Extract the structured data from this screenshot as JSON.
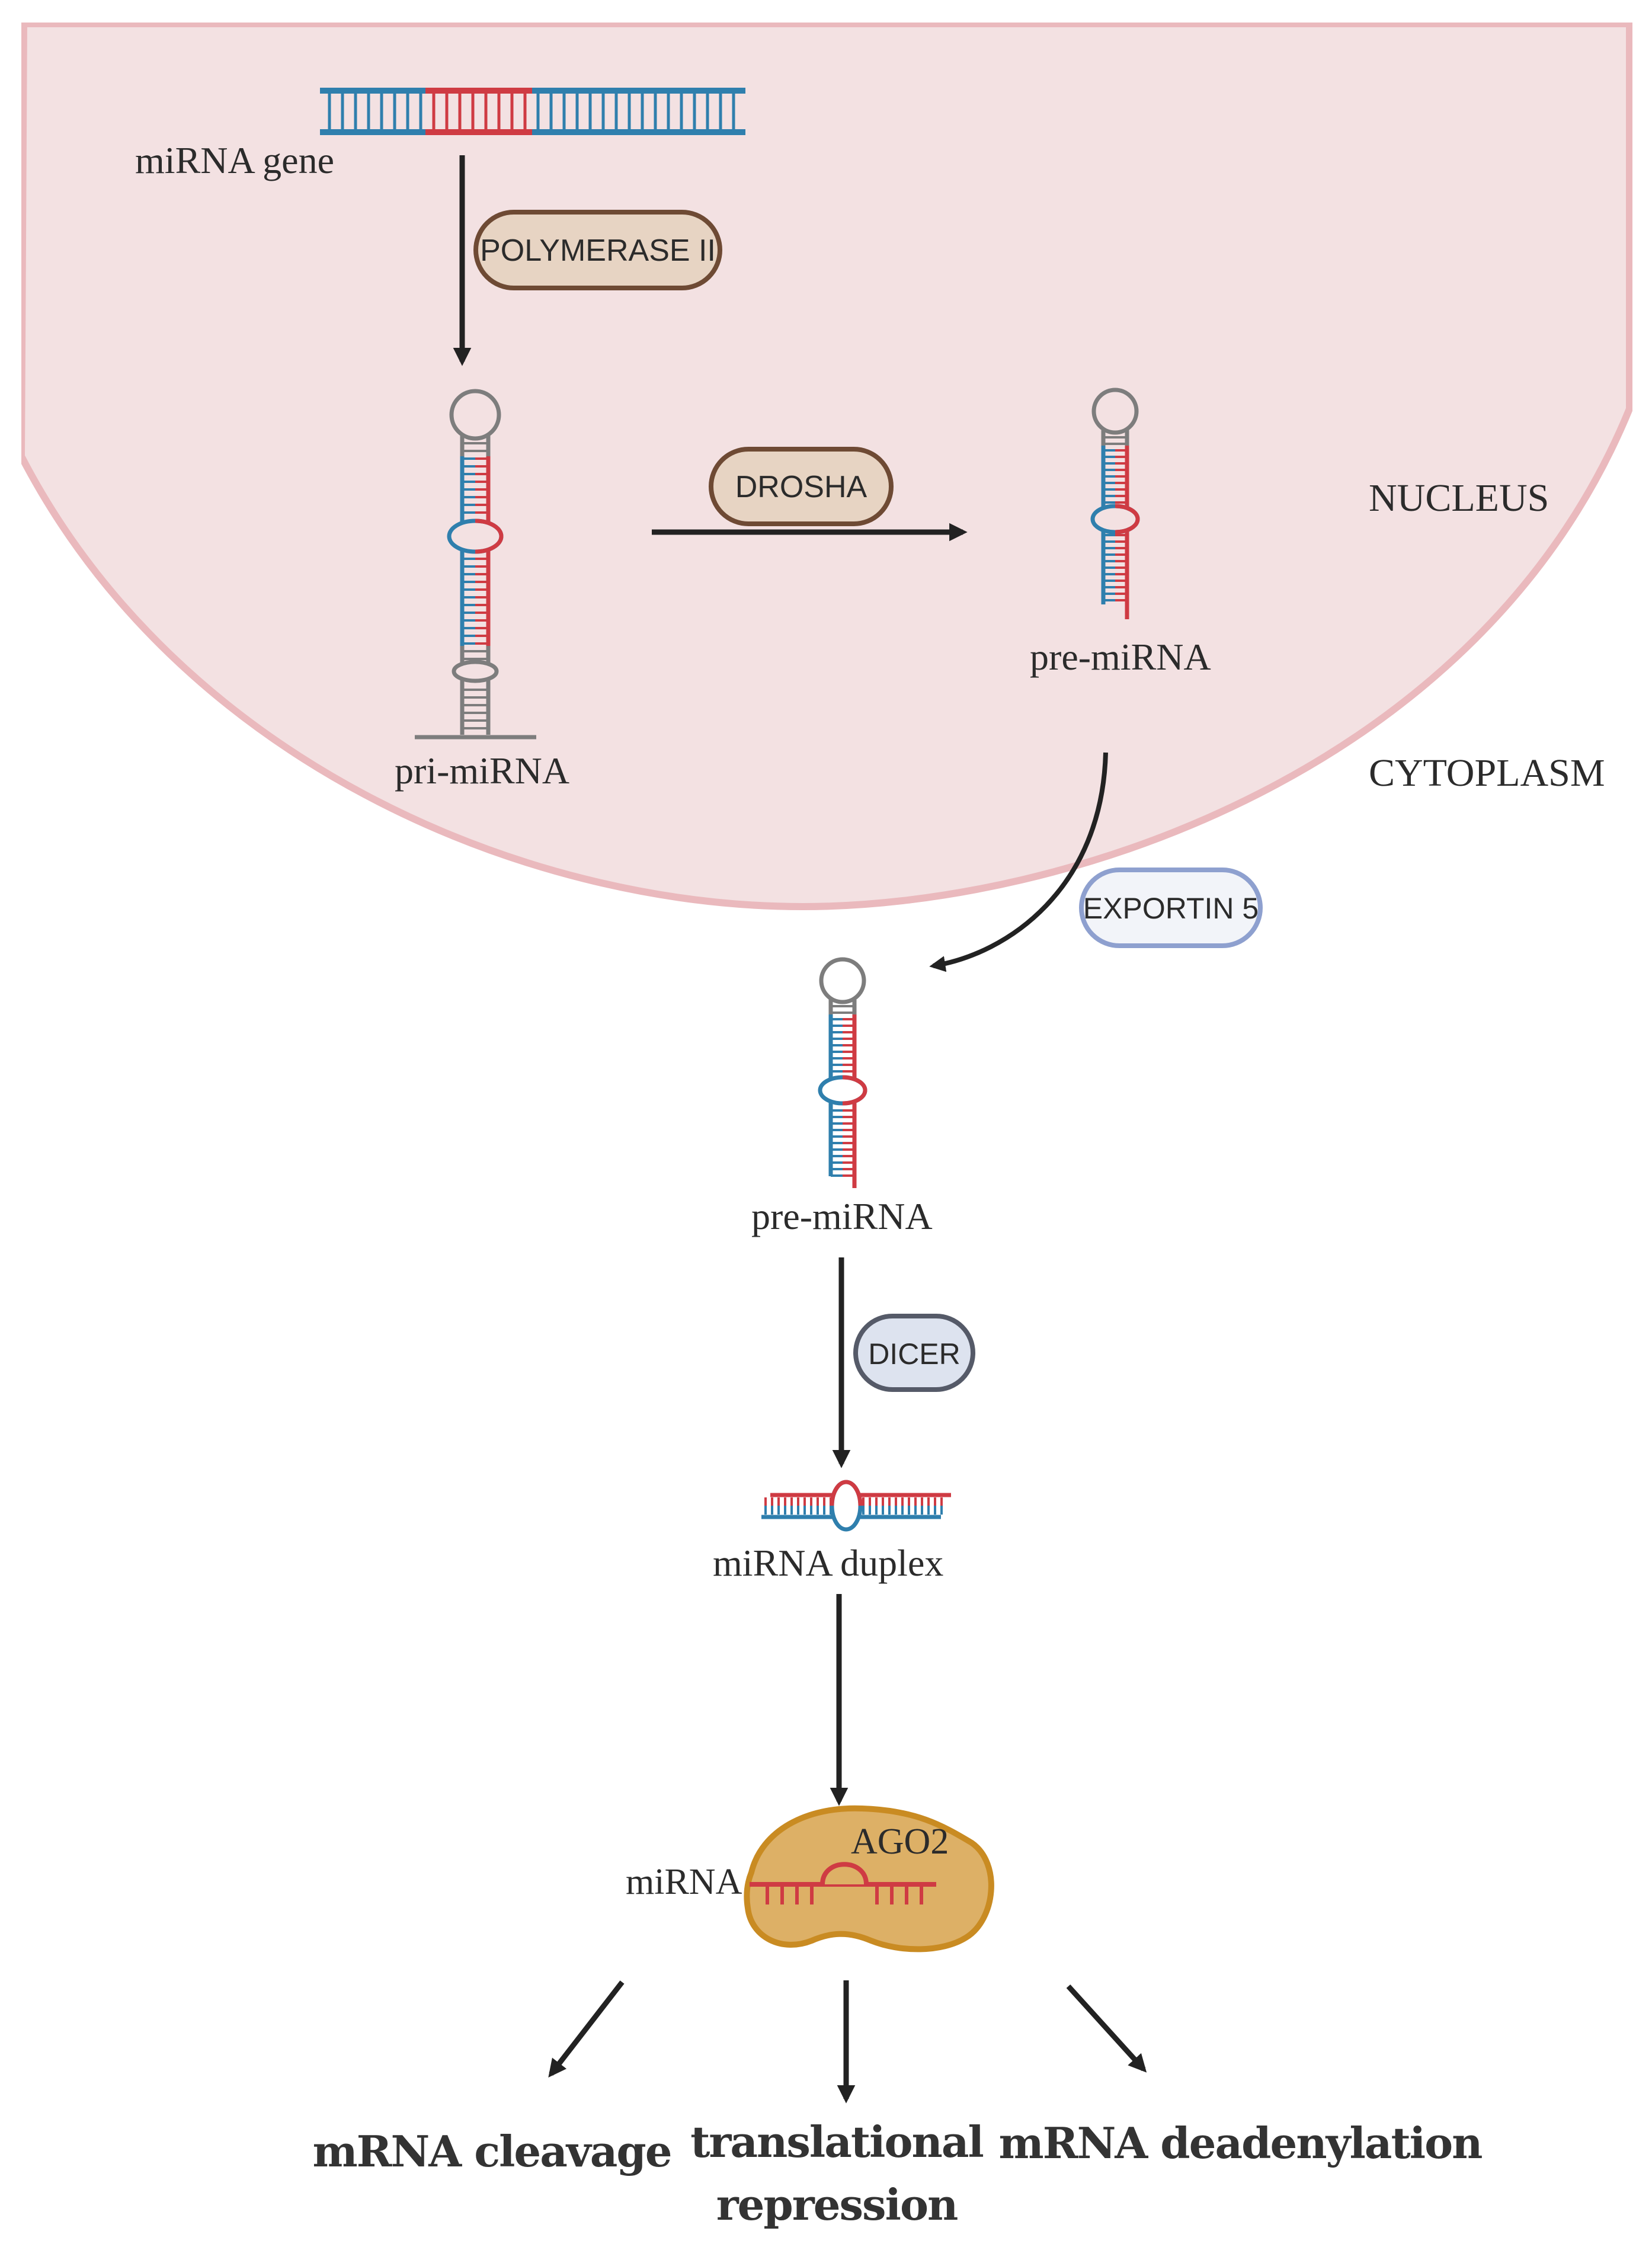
{
  "compartments": {
    "nucleus": "NUCLEUS",
    "cytoplasm": "CYTOPLASM"
  },
  "molecules": {
    "mirna_gene": "miRNA gene",
    "pri_mirna": "pri-miRNA",
    "pre_mirna_nucleus": "pre-miRNA",
    "pre_mirna_cytoplasm": "pre-miRNA",
    "mirna_duplex": "miRNA duplex",
    "mirna": "miRNA",
    "ago2": "AGO2"
  },
  "enzymes": {
    "polymerase": "POLYMERASE II",
    "drosha": "DROSHA",
    "exportin": "EXPORTIN 5",
    "dicer": "DICER"
  },
  "outcomes": {
    "cleavage": "mRNA cleavage",
    "repression_line1": "translational",
    "repression_line2": "repression",
    "deadenylation": "mRNA deadenylation"
  },
  "colors": {
    "nucleus_fill": "#f3e1e2",
    "nucleus_border": "#eab9bd",
    "strand_blue": "#2f7fad",
    "strand_red": "#cf3b43",
    "loop_grey": "#7d7d7d",
    "arrow": "#222222",
    "polymerase_fill": "#e7d4c3",
    "polymerase_border": "#6e4a34",
    "drosha_fill": "#e7d4c3",
    "drosha_border": "#6e4a34",
    "exportin_fill": "#f2f4f9",
    "exportin_border": "#8ea0cf",
    "dicer_fill": "#dde3ef",
    "dicer_border": "#555a68",
    "ago2_fill": "#ddb066",
    "ago2_border": "#c98b22"
  }
}
